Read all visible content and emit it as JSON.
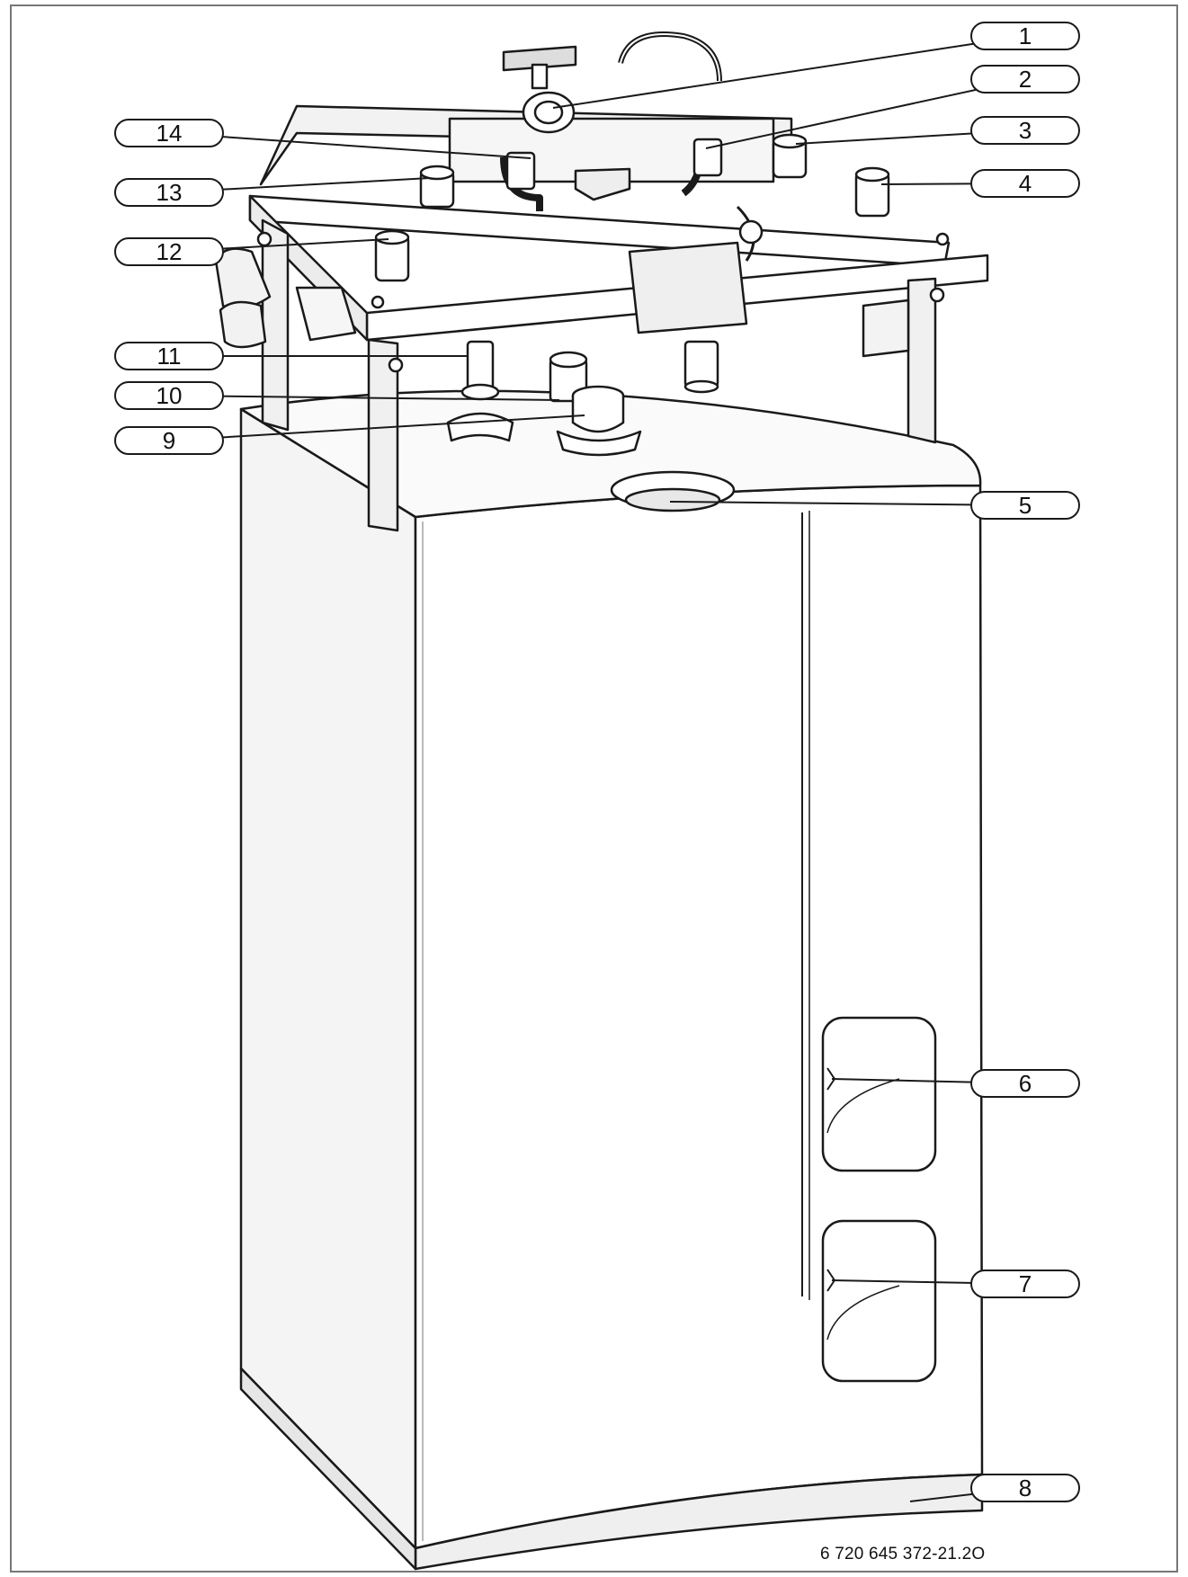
{
  "figure": {
    "reference_code": "6 720 645 372-21.2O",
    "callouts": [
      {
        "label": "1"
      },
      {
        "label": "2"
      },
      {
        "label": "3"
      },
      {
        "label": "4"
      },
      {
        "label": "5"
      },
      {
        "label": "6"
      },
      {
        "label": "7"
      },
      {
        "label": "8"
      },
      {
        "label": "9"
      },
      {
        "label": "10"
      },
      {
        "label": "11"
      },
      {
        "label": "12"
      },
      {
        "label": "13"
      },
      {
        "label": "14"
      }
    ]
  },
  "colors": {
    "line": "#1a1a1a",
    "cabinet_fill": "#ffffff",
    "shade": "#d9d9d9"
  }
}
